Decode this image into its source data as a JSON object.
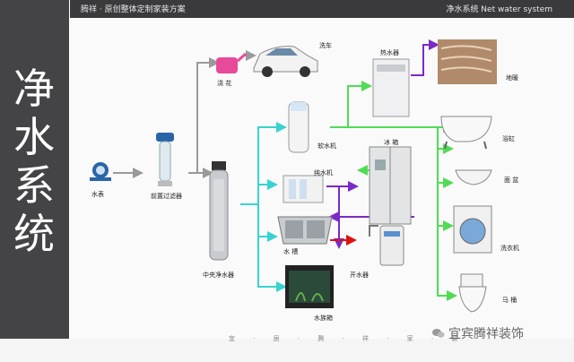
{
  "sidebar": {
    "title": "净水系统"
  },
  "header": {
    "subtitle": "腾祥 · 原创整体定制家装方案",
    "brand": "净水系统  Net water system"
  },
  "labels": {
    "water_meter": "水表",
    "prefilter": "前置过滤器",
    "flower": "浇 花",
    "car_wash": "洗车",
    "central_purifier": "中央净水器",
    "softener": "软水机",
    "water_heater": "热水器",
    "floor_heating": "地暖",
    "bathtub": "浴缸",
    "fridge": "冰 箱",
    "ro_purifier": "纯水机",
    "basin": "面 盆",
    "sink": "水 槽",
    "washing_machine": "洗衣机",
    "boiler": "开水器",
    "toilet": "马 桶",
    "fish_tank": "水族箱"
  },
  "footer": {
    "text": "宜 · 居 · 腾 · 祥 · 家 · 装"
  },
  "watermark": {
    "text": "宜宾腾祥装饰"
  },
  "colors": {
    "sidebar_bg": "#444446",
    "line_gray": "#9a9a9a",
    "line_cyan": "#38d3d0",
    "line_green": "#4fdc54",
    "line_purple": "#7a2ac8",
    "line_red": "#e01010"
  }
}
